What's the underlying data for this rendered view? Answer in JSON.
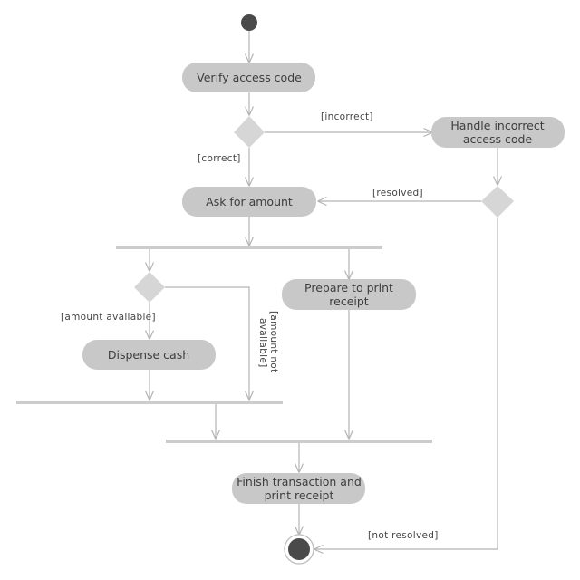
{
  "colors": {
    "node_fill": "#c8c8c8",
    "bar_fill": "#cccccc",
    "edge": "#b4b4b4",
    "text": "#3d3d3d",
    "start_fill": "#4a4a4a"
  },
  "actions": {
    "verify": "Verify access code",
    "handle_line1": "Handle incorrect",
    "handle_line2": "access code",
    "ask": "Ask for amount",
    "prepare_line1": "Prepare to print",
    "prepare_line2": "receipt",
    "dispense": "Dispense cash",
    "finish_line1": "Finish transaction and",
    "finish_line2": "print receipt"
  },
  "guards": {
    "incorrect": "[incorrect]",
    "correct": "[correct]",
    "resolved": "[resolved]",
    "amount_available": "[amount available]",
    "amount_not_available_line1": "[amount not",
    "amount_not_available_line2": "available]",
    "not_resolved": "[not resolved]"
  }
}
